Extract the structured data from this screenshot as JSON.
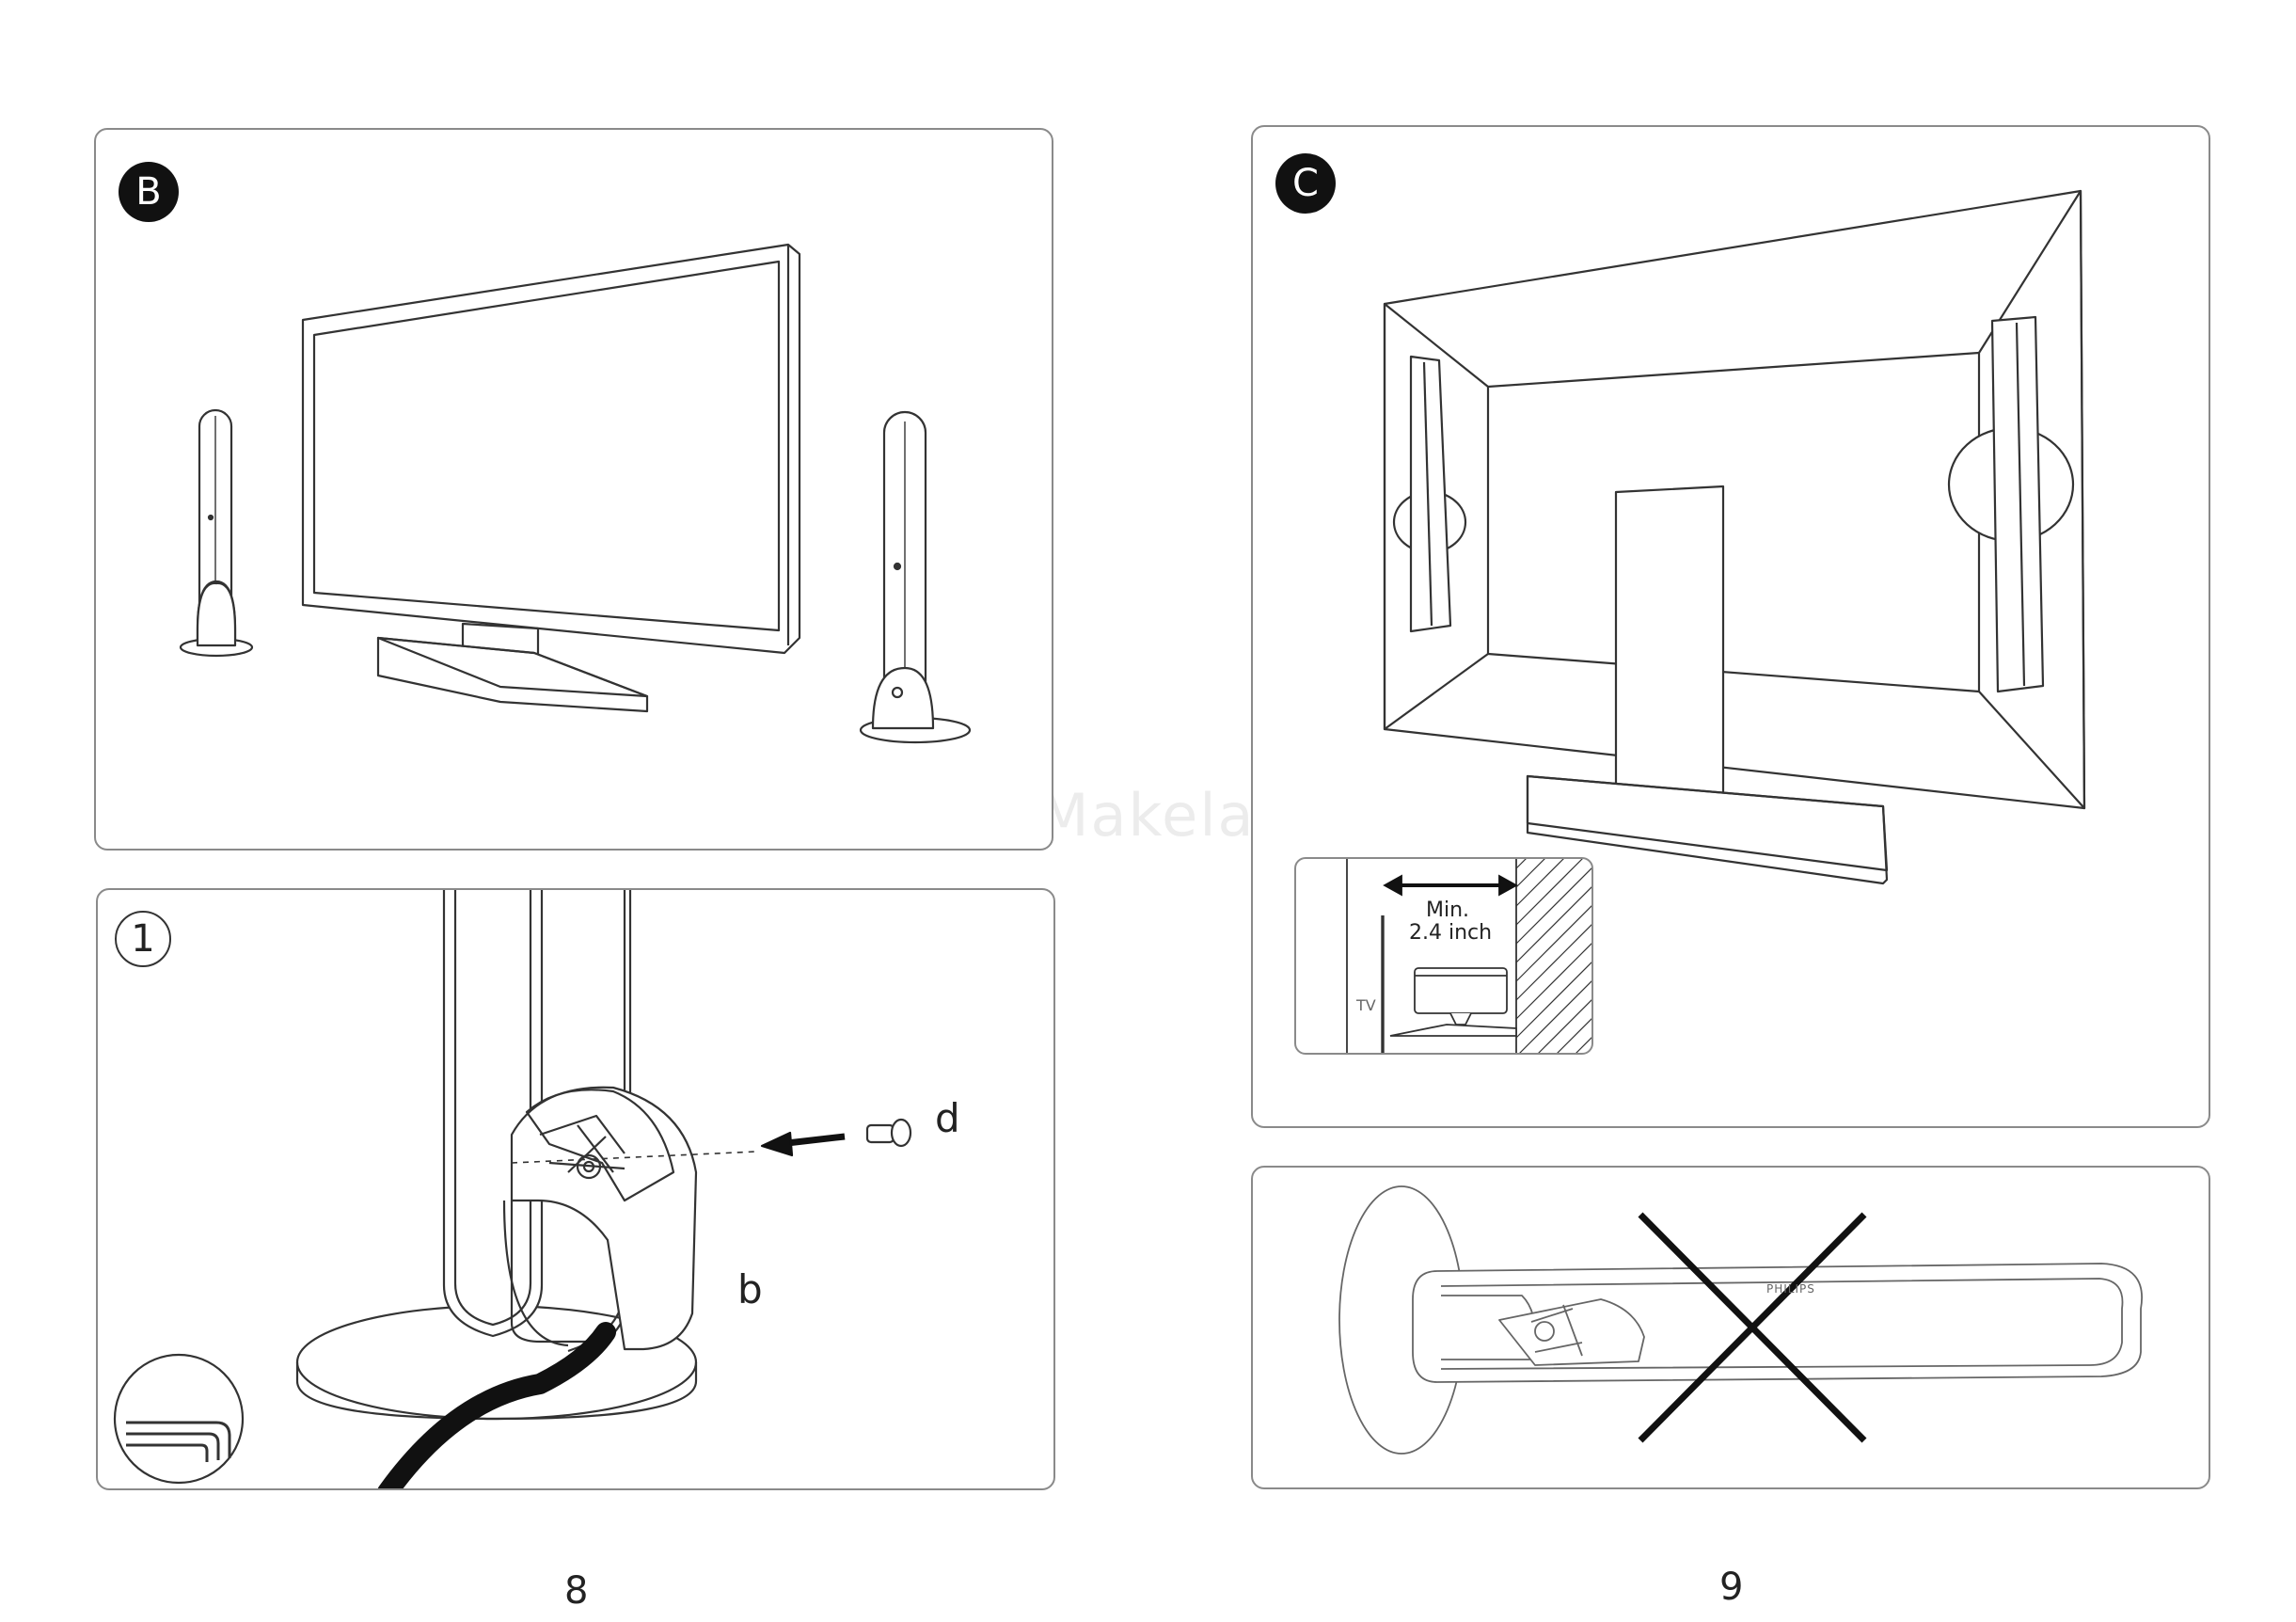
{
  "panels": {
    "b": {
      "badge": "B"
    },
    "step1": {
      "badge": "1",
      "label_d": "d",
      "label_b": "b"
    },
    "c": {
      "badge": "C",
      "inset": {
        "min_line1": "Min.",
        "min_line2": "2.4 inch",
        "tv_label": "TV"
      }
    },
    "wrong": {
      "brand_text": "PHILIPS"
    }
  },
  "watermark": "©Makelam",
  "page_numbers": {
    "left": "8",
    "right": "9"
  }
}
